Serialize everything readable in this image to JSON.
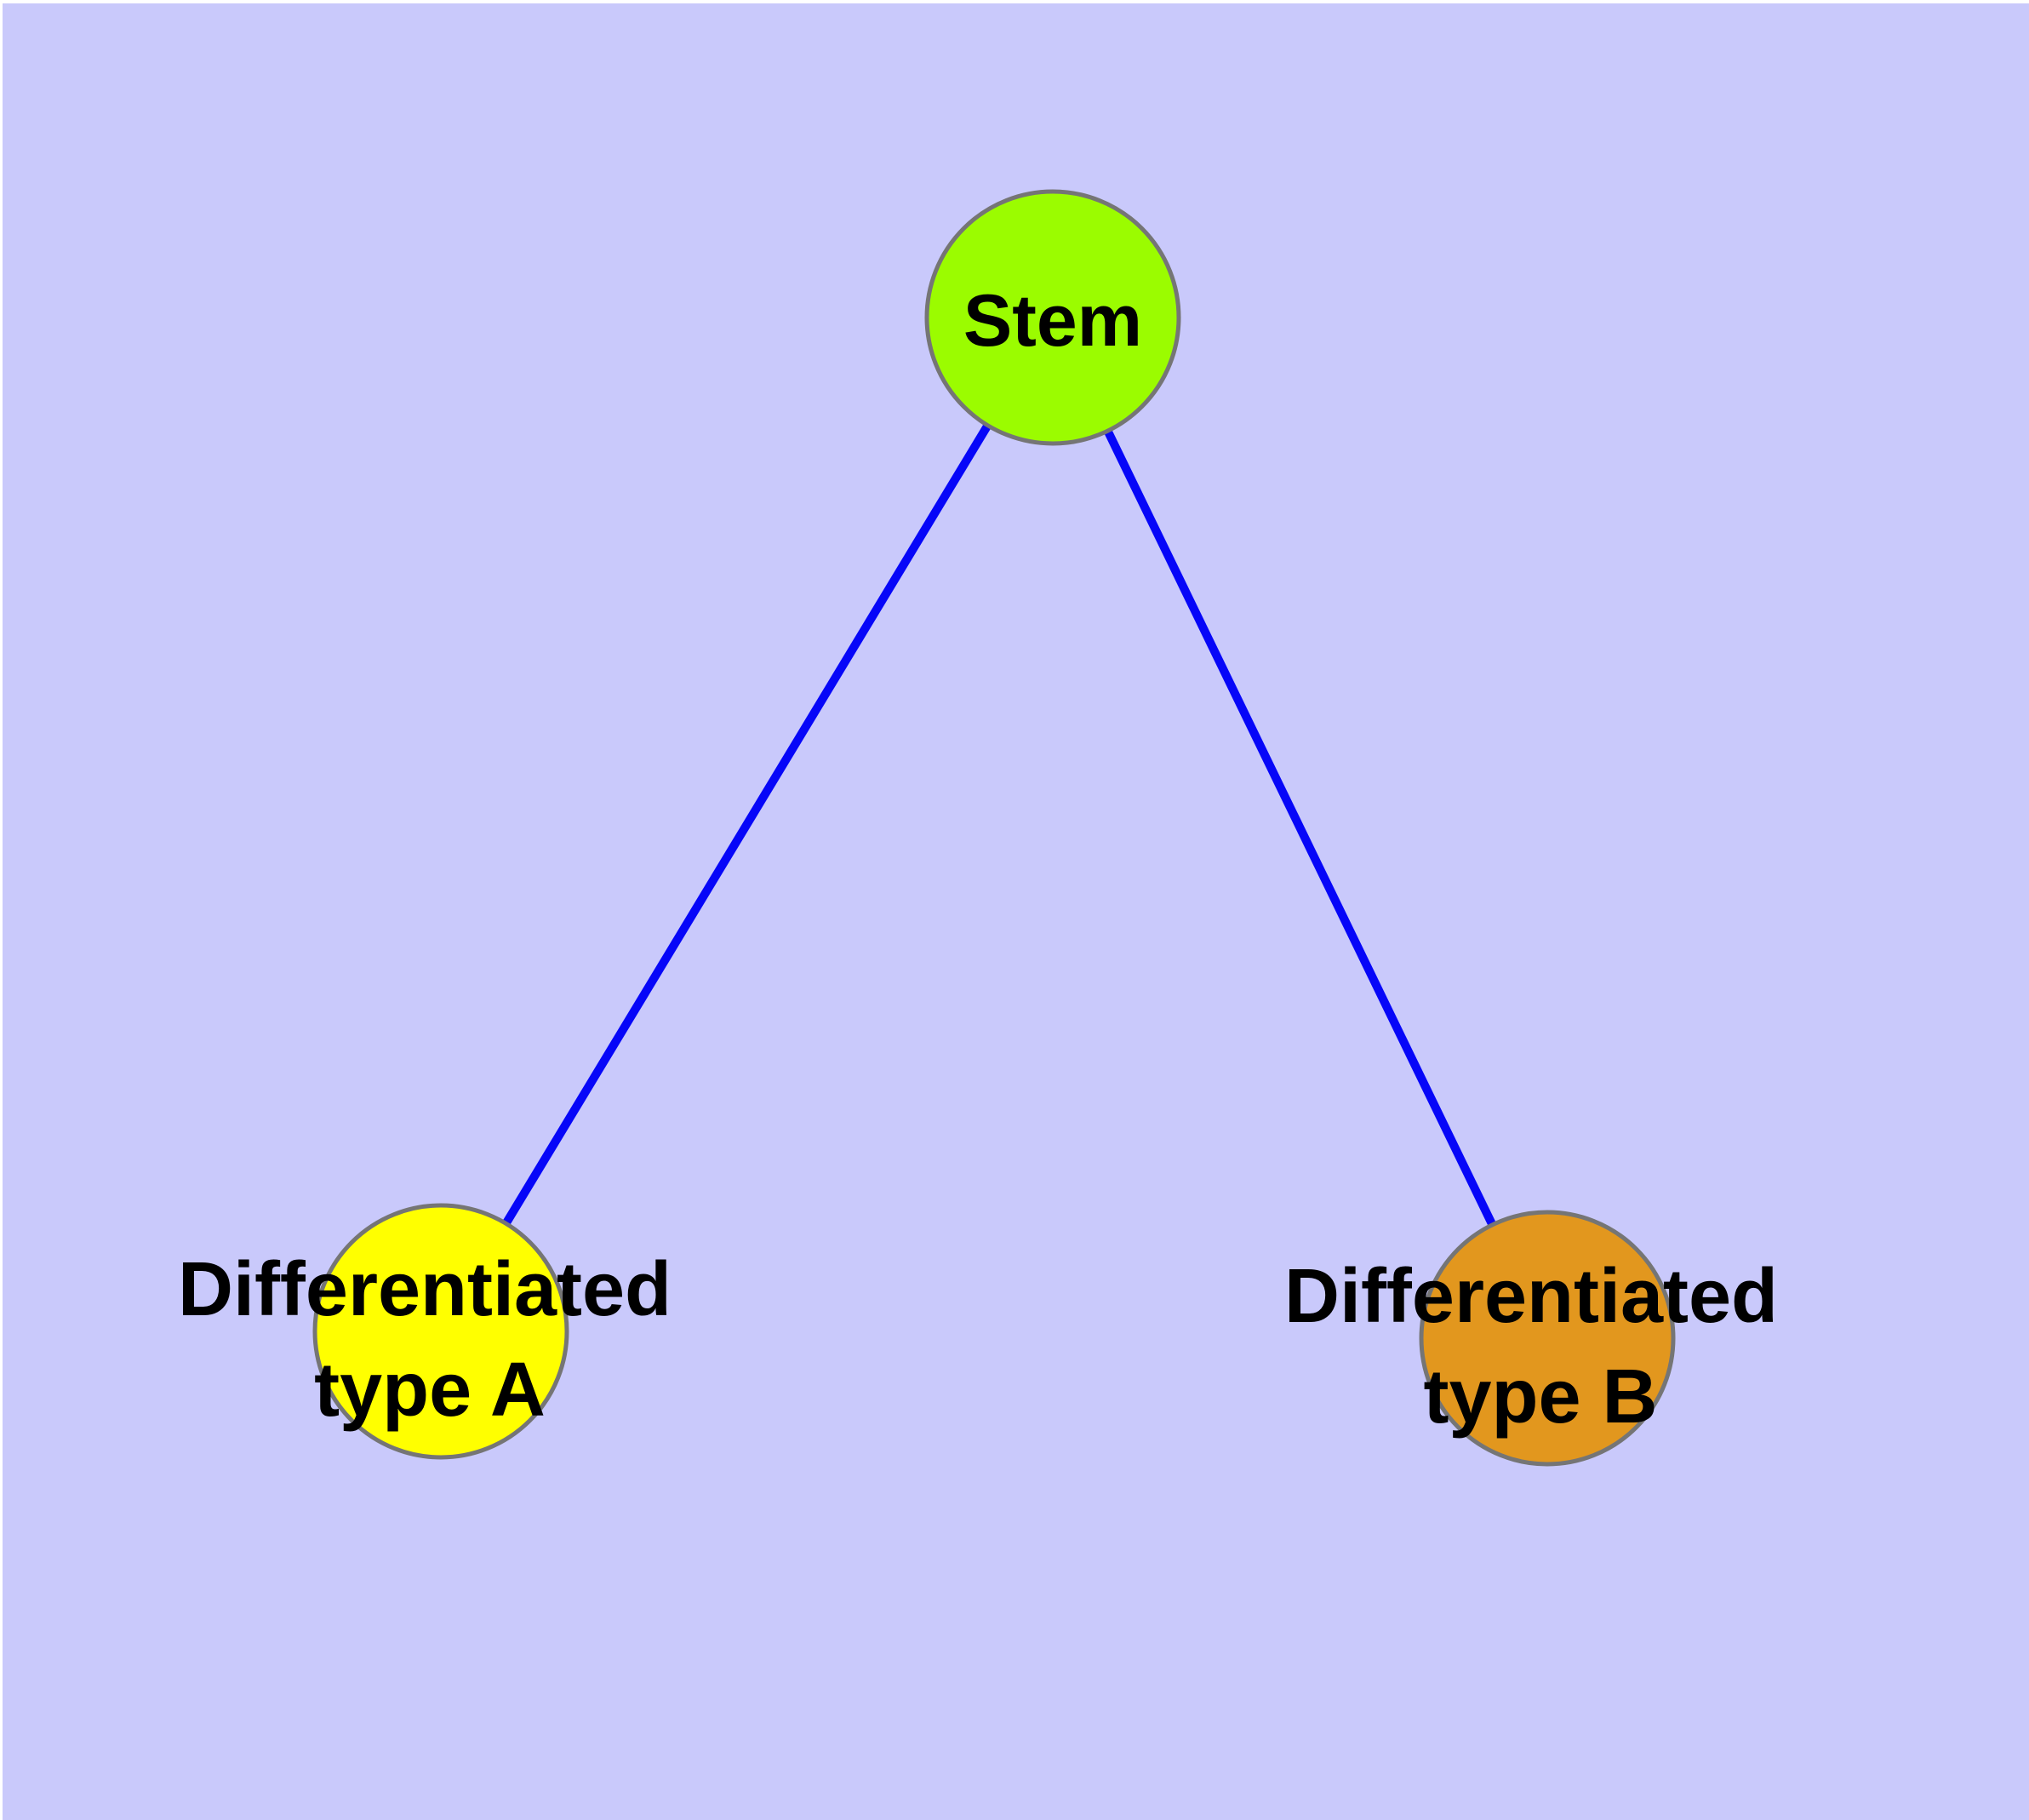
{
  "diagram": {
    "background_color": "#C9C9FB",
    "frame_color": "#FFFFFF",
    "edge_color": "#0606F8",
    "node_border_color": "#757575",
    "text_color": "#000000",
    "nodes": [
      {
        "id": "stem",
        "label": "Stem",
        "color": "#9BFC00"
      },
      {
        "id": "differentiated-type-a",
        "label_lines": [
          "Differentiated",
          "type A"
        ],
        "color": "#FFFF00"
      },
      {
        "id": "differentiated-type-b",
        "label_lines": [
          "Differentiated",
          "type B"
        ],
        "color": "#E2971E"
      }
    ],
    "edges": [
      {
        "from": "Stem",
        "to": "Differentiated type A"
      },
      {
        "from": "Stem",
        "to": "Differentiated type B"
      }
    ]
  }
}
